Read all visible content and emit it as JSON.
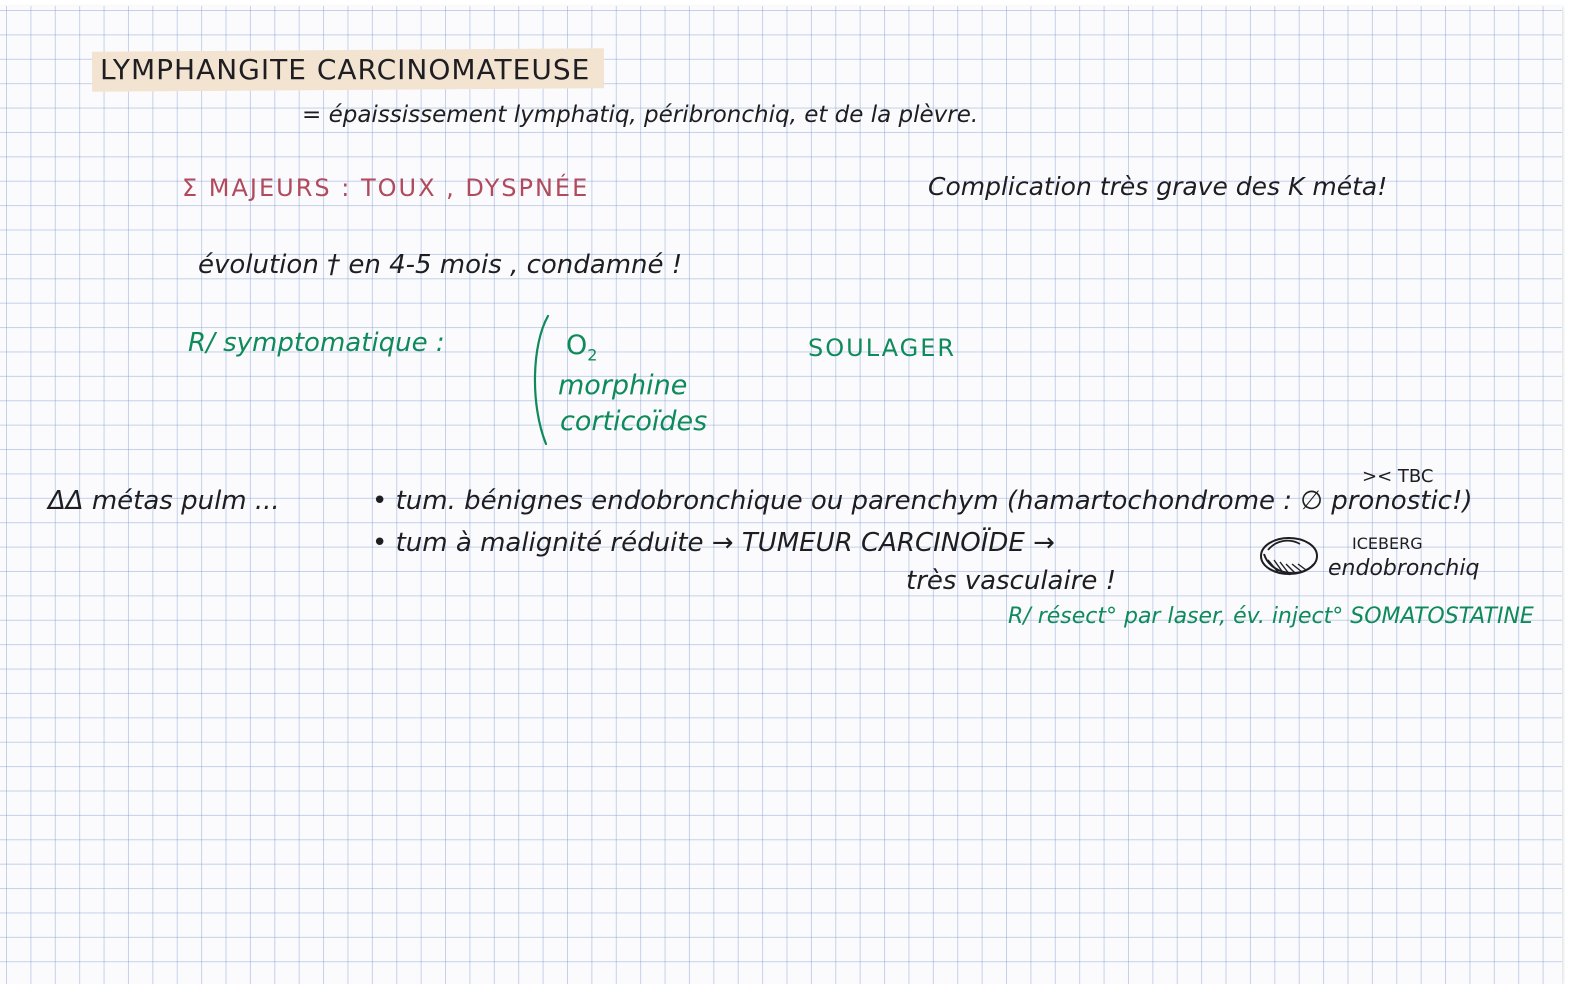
{
  "colors": {
    "black_ink": "#1e1e22",
    "red_ink": "#b04a5c",
    "green_ink": "#0f8a5a",
    "grid": "#7896d2",
    "title_tape": "#f3e4d2"
  },
  "title": "LYMPHANGITE CARCINOMATEUSE",
  "definition": "= épaississement lymphatiq, péribronchiq, et de la plèvre.",
  "signs": "Σ MAJEURS : TOUX , DYSPNÉE",
  "complication": "Complication très grave des K méta!",
  "evolution": "évolution † en 4-5 mois , condamné !",
  "treatment": {
    "label": "R/ symptomatique :",
    "o2": "O",
    "o2_sub": "2",
    "morphine": "morphine",
    "corticoides": "corticoïdes",
    "goal": "SOULAGER"
  },
  "differential": {
    "label": "ΔΔ métas pulm ...",
    "bullet1": "• tum. bénignes endobronchique ou parenchym (hamartochondrome : ∅ pronostic!)",
    "bullet1_note": ">< TBC",
    "bullet2": "• tum à malignité réduite → TUMEUR CARCINOÏDE →",
    "iceberg_label": "ICEBERG",
    "iceberg_sub": "endobronchiq",
    "vascular": "très vasculaire !",
    "treatment2": "R/ résect° par laser, év. inject° SOMATOSTATINE"
  },
  "icons": {
    "brace": "left-parenthesis-brace",
    "arrow": "right-arrow",
    "iceberg": "iceberg-drawing"
  }
}
